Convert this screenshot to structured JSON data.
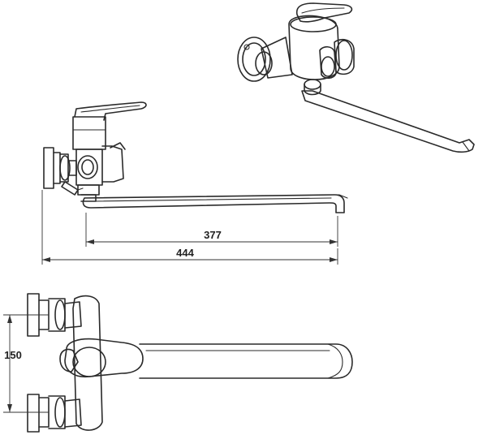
{
  "dimensions": {
    "spout_reach": "377",
    "overall_length": "444",
    "inlet_spacing": "150"
  }
}
